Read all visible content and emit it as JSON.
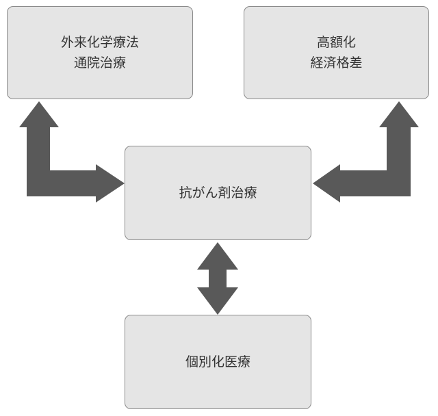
{
  "nodes": {
    "top_left": {
      "line1": "外来化学療法",
      "line2": "通院治療"
    },
    "top_right": {
      "line1": "高額化",
      "line2": "経済格差"
    },
    "center": {
      "label": "抗がん剤治療"
    },
    "bottom": {
      "label": "個別化医療"
    }
  },
  "colors": {
    "box_fill": "#e5e5e5",
    "box_border": "#8a8a8a",
    "arrow": "#595959",
    "text": "#333333"
  }
}
